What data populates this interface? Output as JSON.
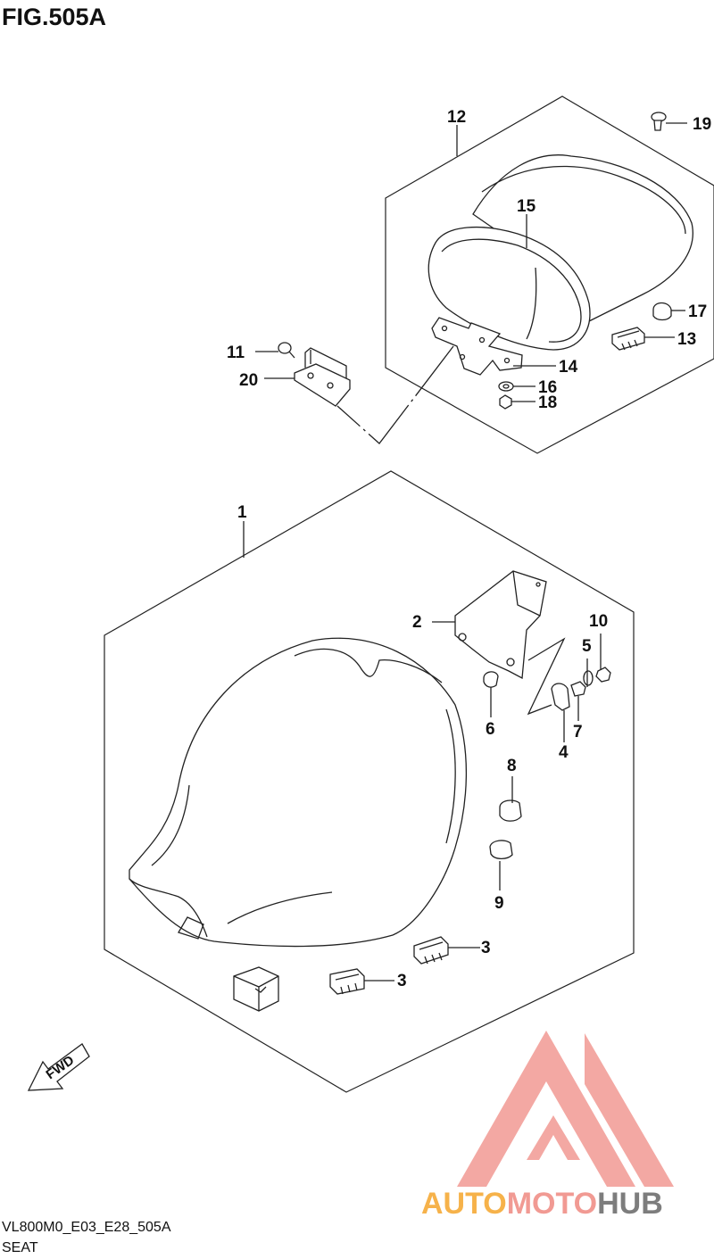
{
  "figure": {
    "title": "FIG.505A",
    "code": "VL800M0_E03_E28_505A",
    "name": "SEAT",
    "fwd_label": "FWD"
  },
  "callouts": [
    "1",
    "2",
    "3",
    "3",
    "4",
    "5",
    "6",
    "7",
    "8",
    "9",
    "10",
    "11",
    "12",
    "13",
    "14",
    "15",
    "16",
    "17",
    "18",
    "19",
    "20"
  ],
  "watermark": {
    "part1": "AUTO",
    "part2": "MOTO",
    "part3": "HUB",
    "colors": {
      "orange": "#f6b24a",
      "pink": "#f19a93",
      "grey": "#7d7d7d"
    }
  }
}
